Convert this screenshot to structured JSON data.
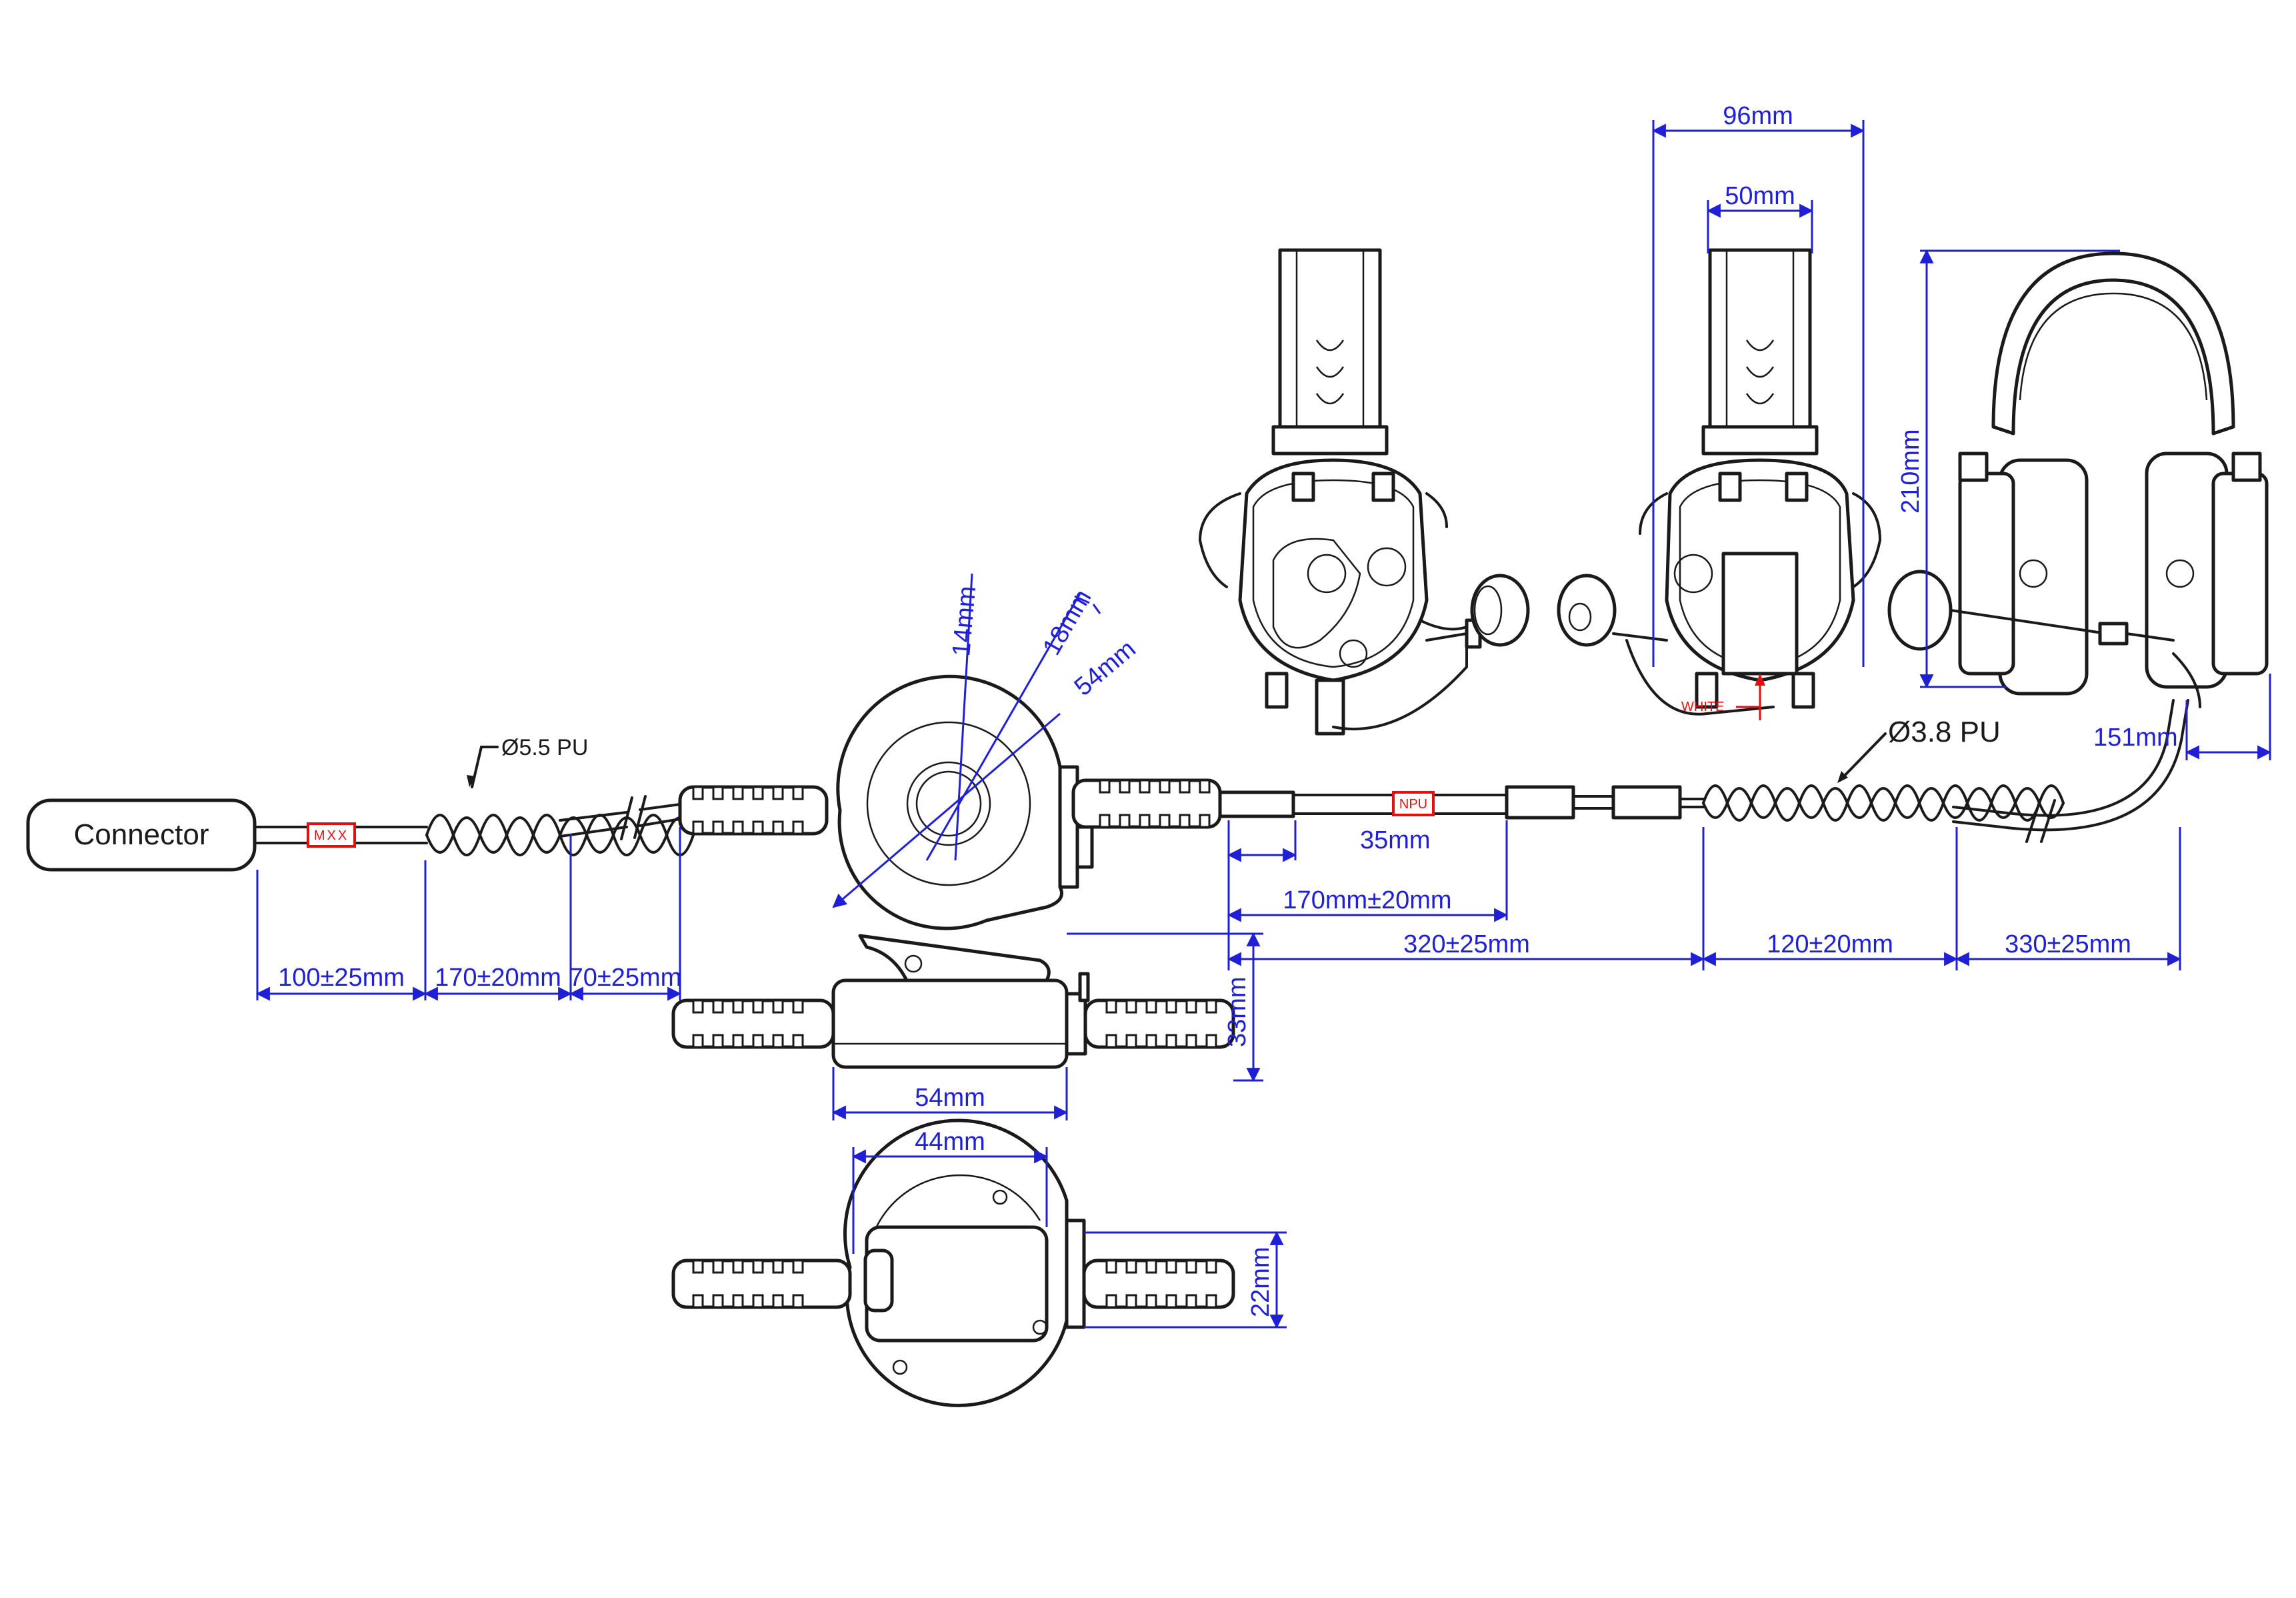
{
  "labels": {
    "connector": "Connector",
    "cable_left": "Ø5.5 PU",
    "cable_right": "Ø3.8 PU",
    "tag_left": "MXX",
    "tag_right": "NPU",
    "wire": "WHITE"
  },
  "dimensions": {
    "d96": "96mm",
    "d50": "50mm",
    "d210": "210mm",
    "d151": "151mm",
    "d14": "14mm",
    "d18": "18mm",
    "d54_dia": "54mm",
    "d35": "35mm",
    "d170_right": "170mm±20mm",
    "d320": "320±25mm",
    "d120": "120±20mm",
    "d330": "330±25mm",
    "d100": "100±25mm",
    "d170_left": "170±20mm",
    "d70": "70±25mm",
    "d33": "33mm",
    "d54_side": "54mm",
    "d44": "44mm",
    "d22": "22mm"
  },
  "colors": {
    "line": "#1a1a1a",
    "dimension": "#1f1fd6",
    "tag": "#e01010"
  }
}
